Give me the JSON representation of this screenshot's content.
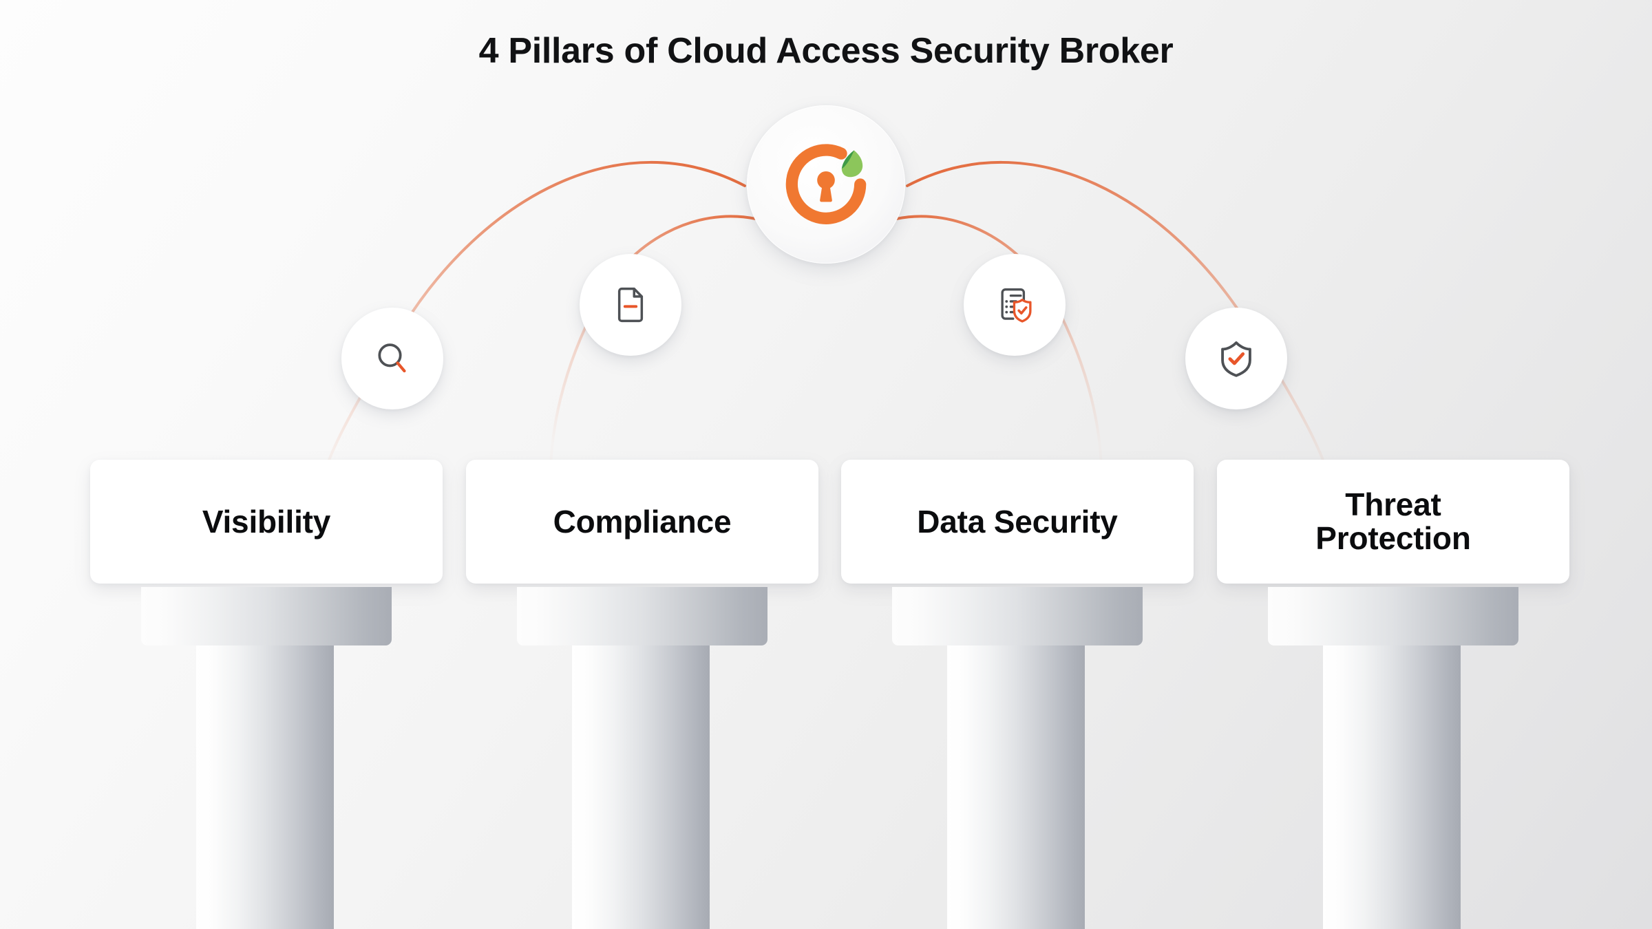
{
  "title": "4 Pillars of Cloud Access Security Broker",
  "hub": {
    "icon": "cloud-lock-leaf-logo",
    "ring_color": "#F07831",
    "leaf_color_dark": "#3F9B47",
    "leaf_color_light": "#8CC65B"
  },
  "colors": {
    "accent_orange": "#E8562A",
    "icon_gray": "#4E5155",
    "connector_orange": "#E2602F",
    "title_text": "#111214",
    "card_text": "#0B0C0E",
    "card_background": "#FFFFFF"
  },
  "pillars": [
    {
      "label": "Visibility",
      "label_lines": [
        "Visibility"
      ],
      "icon": "magnifier-icon",
      "icon_description": "magnifying glass with orange handle"
    },
    {
      "label": "Compliance",
      "label_lines": [
        "Compliance"
      ],
      "icon": "document-minus-icon",
      "icon_description": "document page with orange minus line"
    },
    {
      "label": "Data Security",
      "label_lines": [
        "Data Security"
      ],
      "icon": "document-shield-check-icon",
      "icon_description": "checklist document with orange shield and checkmark"
    },
    {
      "label": "Threat Protection",
      "label_lines": [
        "Threat",
        "Protection"
      ],
      "icon": "shield-check-icon",
      "icon_description": "gray shield outline with orange checkmark"
    }
  ]
}
